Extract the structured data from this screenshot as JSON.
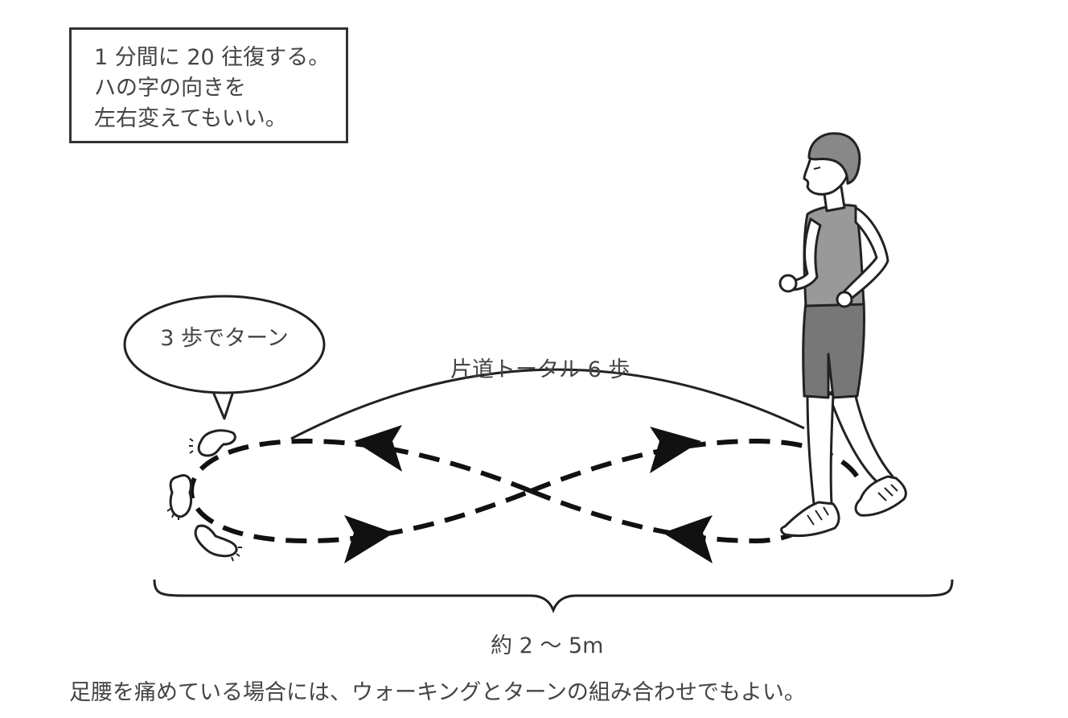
{
  "note_box": {
    "lines": [
      "1 分間に 20 往復する。",
      "ハの字の向きを",
      "左右変えてもいい。"
    ]
  },
  "bubble": {
    "text": "3 歩でターン"
  },
  "arc_label": "片道トータル 6 歩",
  "distance_label": "約 2 ～ 5m",
  "caption": "足腰を痛めている場合には、ウォーキングとターンの組み合わせでもよい。",
  "colors": {
    "stroke": "#222222",
    "text": "#444444",
    "shirt": "#999999",
    "shorts": "#777777"
  }
}
